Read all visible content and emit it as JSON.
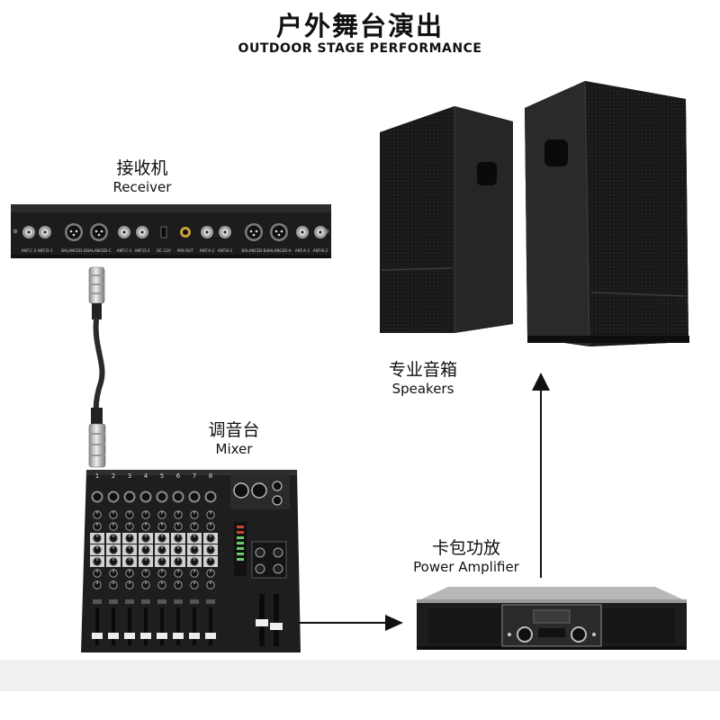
{
  "title": {
    "cn": "户外舞台演出",
    "en": "OUTDOOR STAGE PERFORMANCE"
  },
  "devices": {
    "receiver": {
      "cn": "接收机",
      "en": "Receiver",
      "port_labels": [
        "ANT-C-2",
        "ANT-D-1",
        "BALANCED-D",
        "BALANCED-C",
        "ANT-C-1",
        "ANT-D-2",
        "DC-12V",
        "MIX-OUT",
        "ANT-A-2",
        "ANT-B-1",
        "BALANCED-B",
        "BALANCED-A",
        "ANT-A-1",
        "ANT-B-2"
      ]
    },
    "speakers": {
      "cn": "专业音箱",
      "en": "Speakers"
    },
    "mixer": {
      "cn": "调音台",
      "en": "Mixer",
      "channel_numbers": [
        "1",
        "2",
        "3",
        "4",
        "5",
        "6",
        "7",
        "8"
      ]
    },
    "amplifier": {
      "cn": "卡包功放",
      "en": "Power Amplifier"
    }
  },
  "colors": {
    "background": "#ffffff",
    "device_body": "#1c1c1c",
    "arrow": "#111111",
    "silver": "#b8b8b8"
  }
}
